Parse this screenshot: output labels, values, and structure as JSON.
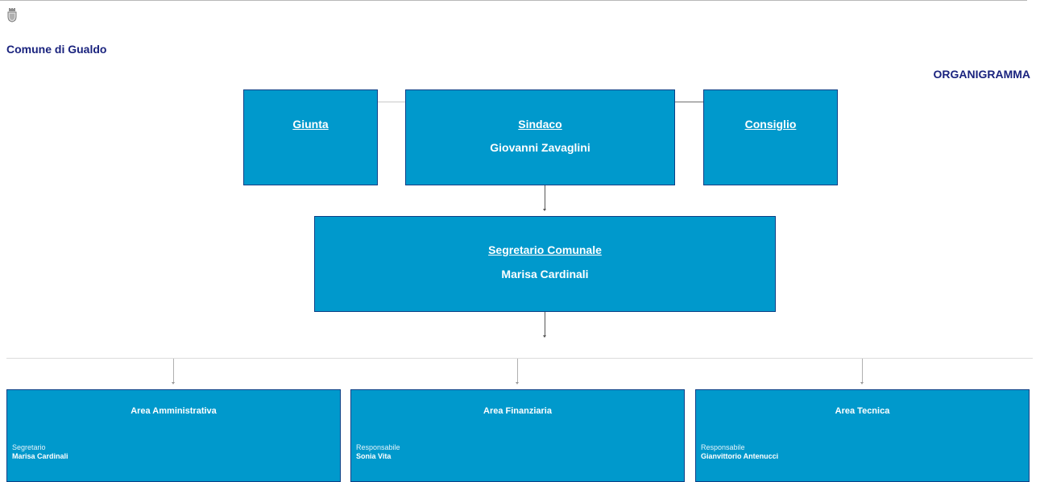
{
  "header": {
    "crest_icon": "coat-of-arms-icon",
    "comune_name": "Comune di Gualdo",
    "heading": "ORGANIGRAMMA"
  },
  "colors": {
    "box_fill": "#0099cc",
    "box_border": "#0b3f86",
    "heading_text": "#1a237e"
  },
  "top_row": {
    "giunta": {
      "title": "Giunta"
    },
    "sindaco": {
      "title": "Sindaco",
      "name": "Giovanni Zavaglini"
    },
    "consiglio": {
      "title": "Consiglio"
    }
  },
  "segretario": {
    "title": "Segretario Comunale",
    "name": "Marisa Cardinali"
  },
  "areas": [
    {
      "title": "Area Amministrativa",
      "role": "Segretario",
      "person": "Marisa Cardinali"
    },
    {
      "title": "Area Finanziaria",
      "role": "Responsabile",
      "person": "Sonia Vita"
    },
    {
      "title": "Area Tecnica",
      "role": "Responsabile",
      "person": "Gianvittorio Antenucci"
    }
  ]
}
